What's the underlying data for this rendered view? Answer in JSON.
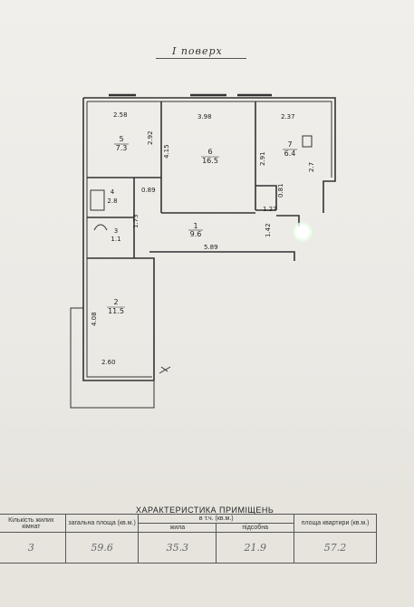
{
  "floor_title": "I поверх",
  "rooms": [
    {
      "id": "1",
      "area": "9.6"
    },
    {
      "id": "2",
      "area": "11.5"
    },
    {
      "id": "3",
      "area": "1.1"
    },
    {
      "id": "4",
      "area": "2.8"
    },
    {
      "id": "5",
      "area": "7.3"
    },
    {
      "id": "6",
      "area": "16.5"
    },
    {
      "id": "7",
      "area": "6.4"
    }
  ],
  "dimensions": {
    "d_2_58": "2.58",
    "d_3_98": "3.98",
    "d_2_37": "2.37",
    "d_2_92": "2.92",
    "d_4_15": "4.15",
    "d_2_91": "2.91",
    "d_2_7": "2.7",
    "d_0_81": "0.81",
    "d_0_89": "0.89",
    "d_1_73": "1.73",
    "d_1_27": "1.27",
    "d_1_42": "1.42",
    "d_5_89": "5.89",
    "d_4_08": "4.08",
    "d_2_60": "2.60"
  },
  "table": {
    "title": "ХАРАКТЕРИСТИКА ПРИМІЩЕНЬ",
    "col_rooms": "Кількість жилих кімнат",
    "col_total": "загальна площа (кв.м.)",
    "col_incl": "в т.ч. (кв.м.)",
    "col_living": "жила",
    "col_aux": "підсобна",
    "col_apartment": "площа квартири (кв.м.)",
    "val_rooms": "3",
    "val_total": "59.6",
    "val_living": "35.3",
    "val_aux": "21.9",
    "val_apartment": "57.2"
  }
}
